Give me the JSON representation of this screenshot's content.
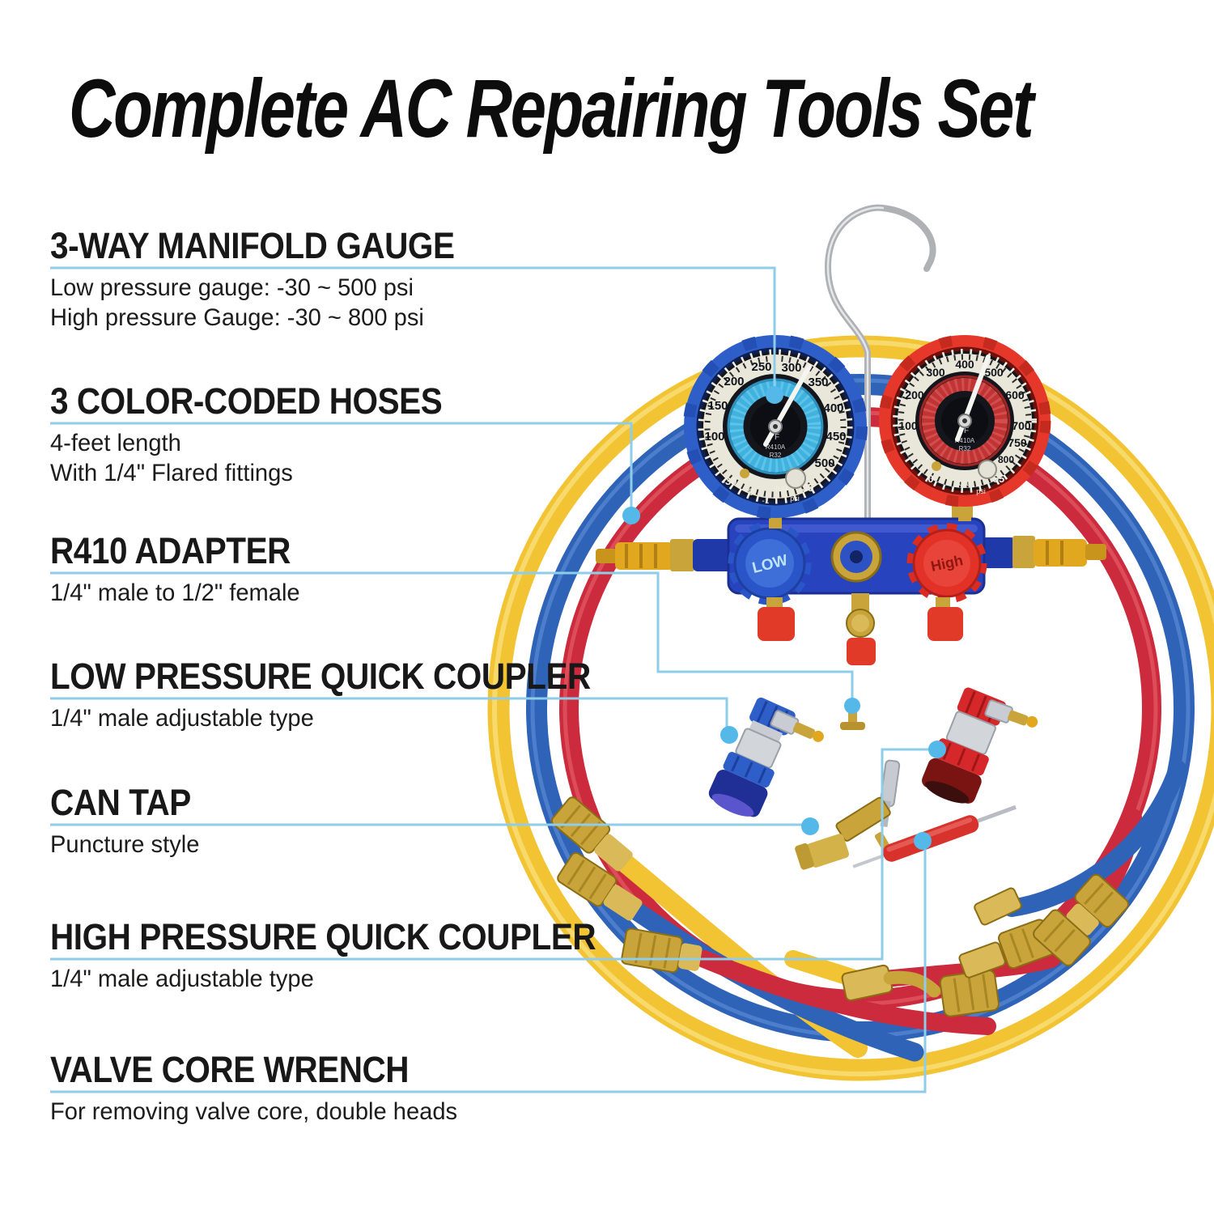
{
  "title": "Complete AC Repairing Tools Set",
  "features": [
    {
      "heading": "3-WAY MANIFOLD GAUGE",
      "lines": [
        "Low pressure gauge: -30 ~ 500 psi",
        "High pressure Gauge: -30 ~ 800 psi"
      ]
    },
    {
      "heading": "3 COLOR-CODED HOSES",
      "lines": [
        "4-feet length",
        "With 1/4\" Flared fittings"
      ]
    },
    {
      "heading": "R410 ADAPTER",
      "lines": [
        "1/4\" male to 1/2\" female"
      ]
    },
    {
      "heading": "LOW PRESSURE QUICK COUPLER",
      "lines": [
        "1/4\" male adjustable type"
      ]
    },
    {
      "heading": "CAN TAP",
      "lines": [
        "Puncture style"
      ]
    },
    {
      "heading": "HIGH PRESSURE QUICK COUPLER",
      "lines": [
        "1/4\" male adjustable type"
      ]
    },
    {
      "heading": "VALVE CORE WRENCH",
      "lines": [
        "For removing valve core, double heads"
      ]
    }
  ],
  "gauges": {
    "low": {
      "knob": "LOW",
      "numbers": [
        "100",
        "150",
        "200",
        "250",
        "300",
        "350",
        "400",
        "450",
        "500"
      ],
      "neg": "-30",
      "zero": "0",
      "negone": "-1",
      "unit": "bar",
      "max_bar": "35",
      "psi": "psi",
      "deg": "°F",
      "ref1": "R410A",
      "ref2": "R32"
    },
    "high": {
      "knob": "High",
      "numbers": [
        "100",
        "200",
        "300",
        "400",
        "500",
        "600",
        "700",
        "750",
        "800"
      ],
      "zero": "0",
      "unit": "bar",
      "max_bar": "55",
      "psi": "psi",
      "deg": "°F",
      "ref1": "R410A",
      "ref2": "R32"
    }
  },
  "colors": {
    "callout_line": "#8ECDE9",
    "callout_dot": "#54B9E8",
    "hose_yellow": "#F2C433",
    "hose_blue": "#2E63B8",
    "hose_red": "#CB2B3C",
    "manifold_blue": "#2843BE",
    "bezel_blue": "#2E5EC8",
    "bezel_red": "#E6372B",
    "brass": "#C9A43B"
  }
}
